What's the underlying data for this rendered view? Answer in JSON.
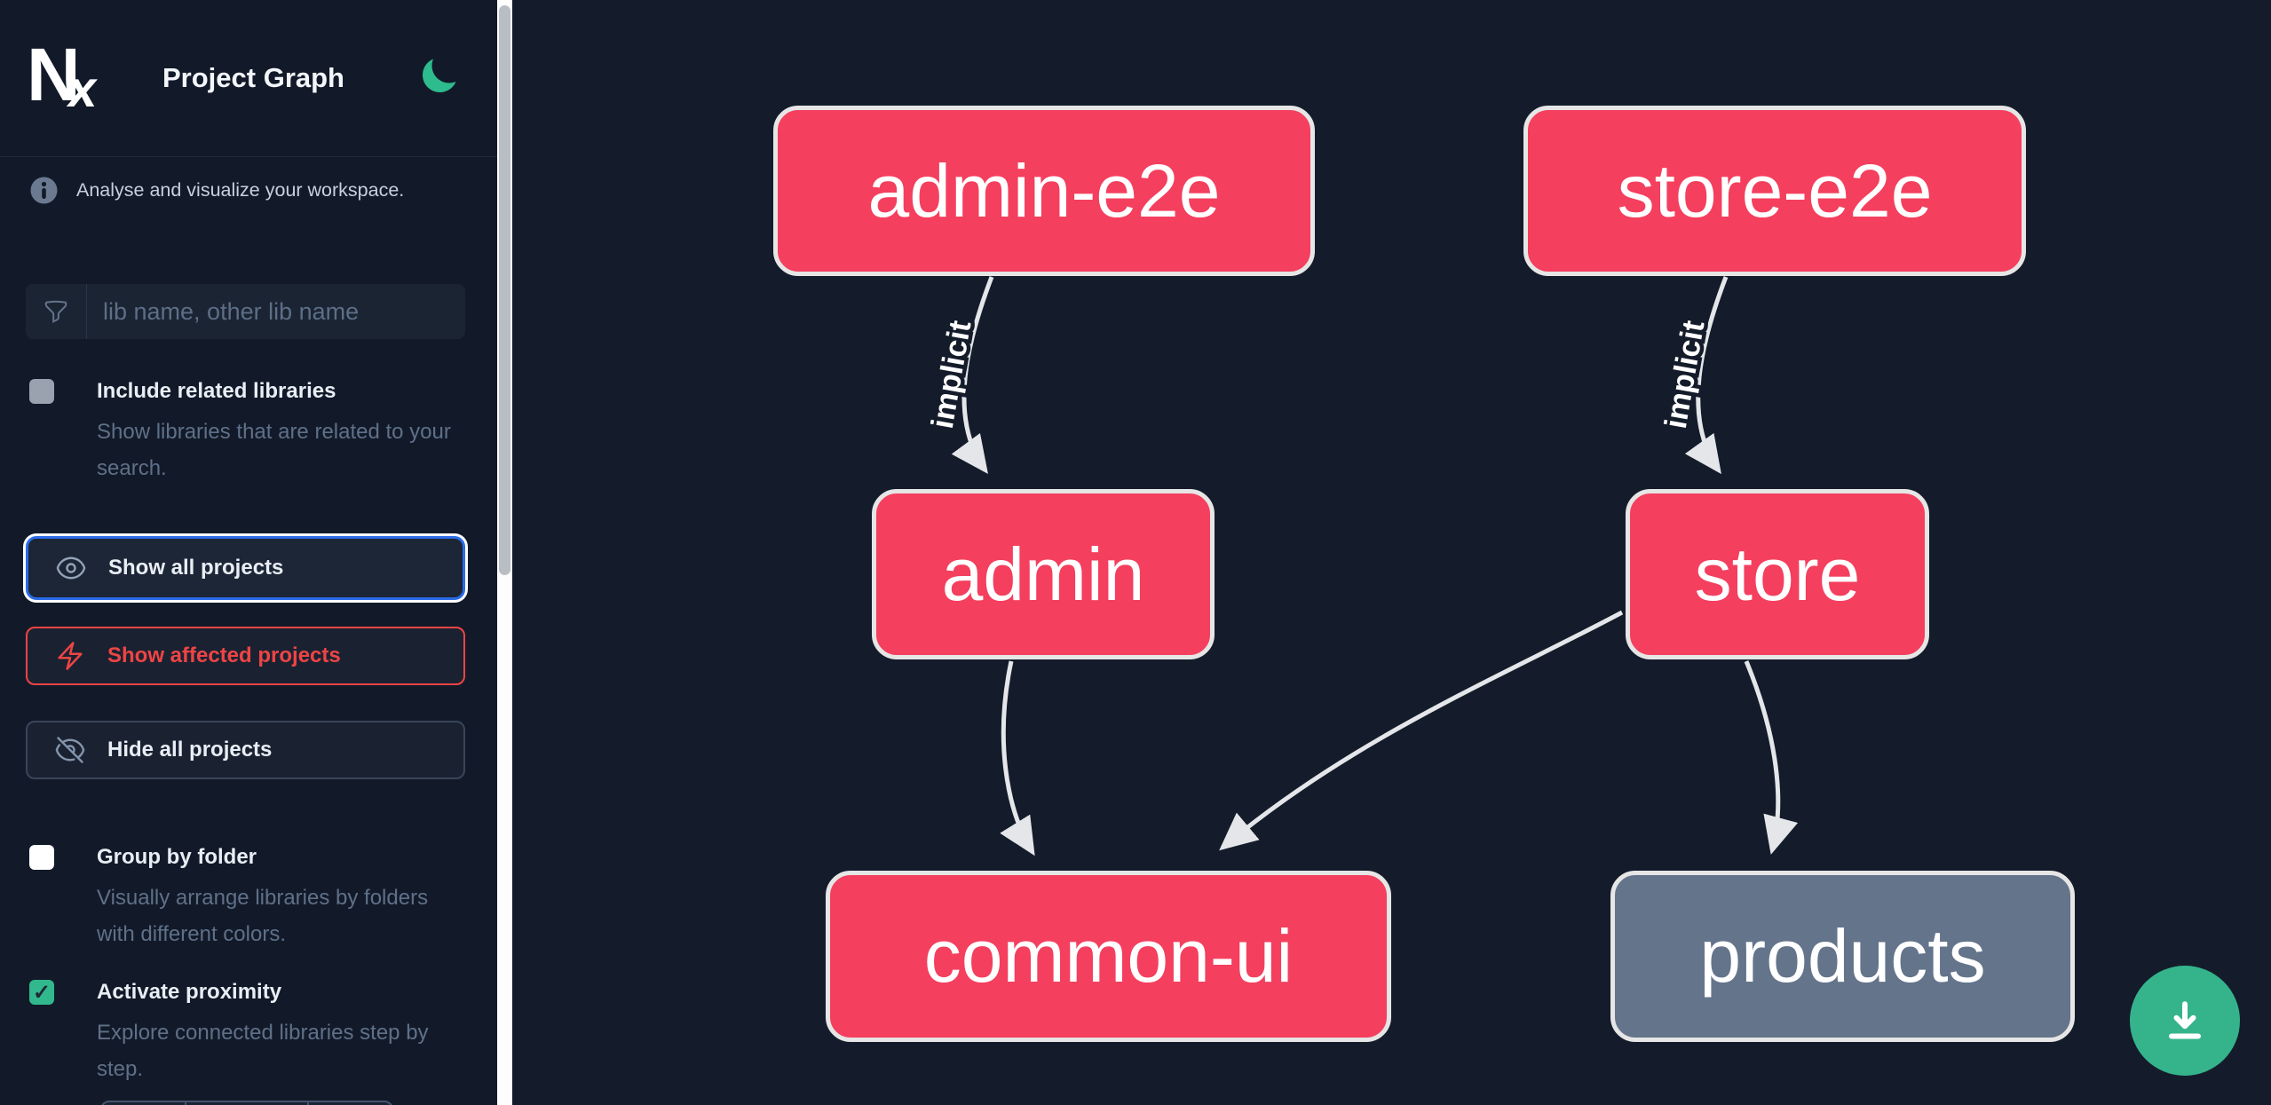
{
  "header": {
    "logo_text": "Nx",
    "title": "Project Graph"
  },
  "sidebar": {
    "tagline": "Analyse and visualize your workspace.",
    "search": {
      "placeholder": "lib name, other lib name",
      "value": ""
    },
    "include_related": {
      "label": "Include related libraries",
      "description": "Show libraries that are related to your search.",
      "checked": false
    },
    "actions": [
      {
        "label": "Show all projects",
        "state": "focused"
      },
      {
        "label": "Show affected projects",
        "state": "affected"
      },
      {
        "label": "Hide all projects",
        "state": "default"
      }
    ],
    "group_by_folder": {
      "label": "Group by folder",
      "description": "Visually arrange libraries by folders with different colors.",
      "checked": false
    },
    "activate_proximity": {
      "label": "Activate proximity",
      "description": "Explore connected libraries step by step.",
      "checked": true,
      "checkmark": "✓"
    }
  },
  "graph": {
    "nodes": [
      {
        "id": "admin-e2e",
        "label": "admin-e2e",
        "kind": "app"
      },
      {
        "id": "store-e2e",
        "label": "store-e2e",
        "kind": "app"
      },
      {
        "id": "admin",
        "label": "admin",
        "kind": "app"
      },
      {
        "id": "store",
        "label": "store",
        "kind": "app"
      },
      {
        "id": "common-ui",
        "label": "common-ui",
        "kind": "lib"
      },
      {
        "id": "products",
        "label": "products",
        "kind": "lib-unfocused"
      }
    ],
    "edges": [
      {
        "from": "admin-e2e",
        "to": "admin",
        "type": "implicit",
        "label": "implicit"
      },
      {
        "from": "store-e2e",
        "to": "store",
        "type": "implicit",
        "label": "implicit"
      },
      {
        "from": "admin",
        "to": "common-ui",
        "type": "static",
        "label": ""
      },
      {
        "from": "store",
        "to": "common-ui",
        "type": "static",
        "label": ""
      },
      {
        "from": "store",
        "to": "products",
        "type": "static",
        "label": ""
      }
    ]
  },
  "colors": {
    "node_pink": "#f43f5e",
    "node_gray": "#64748b",
    "affected_red": "#ef4444",
    "focus_blue": "#2b6be8",
    "moon_green": "#2ebb8d",
    "fab_green": "#35b48b",
    "edge_gray": "#e4e6e9"
  }
}
